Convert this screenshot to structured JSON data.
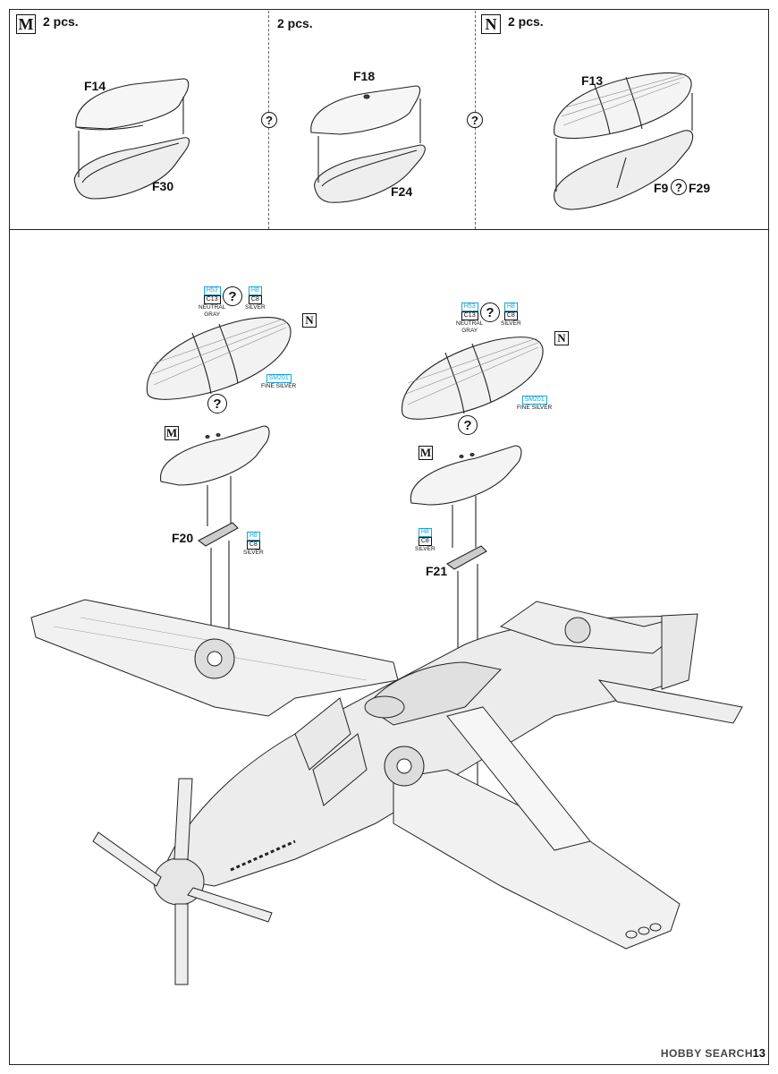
{
  "top_row": {
    "left": {
      "version": "M",
      "qty": "2 pcs.",
      "upper": "F14",
      "lower": "F30"
    },
    "middle": {
      "qty": "2 pcs.",
      "upper": "F18",
      "lower": "F24"
    },
    "right": {
      "version": "N",
      "qty": "2 pcs.",
      "upper": "F13",
      "lower_a": "F9",
      "lower_b": "F29"
    }
  },
  "main": {
    "left": {
      "version_n": "N",
      "version_m": "M",
      "part": "F20",
      "neutral_gray": {
        "h": "H53",
        "c": "C13",
        "name1": "NEUTRAL",
        "name2": "GRAY"
      },
      "silver": {
        "h": "H8",
        "c": "C8",
        "name": "SILVER"
      },
      "fine_silver": {
        "code": "SM201",
        "name": "FINE SILVER"
      },
      "silver_f20": {
        "h": "H8",
        "c": "C8",
        "name": "SILVER"
      }
    },
    "right": {
      "version_n": "N",
      "version_m": "M",
      "part": "F21",
      "neutral_gray": {
        "h": "H53",
        "c": "C13",
        "name1": "NEUTRAL",
        "name2": "GRAY"
      },
      "silver": {
        "h": "H8",
        "c": "C8",
        "name": "SILVER"
      },
      "fine_silver": {
        "code": "SM201",
        "name": "FINE SILVER"
      },
      "silver_f21": {
        "h": "H8",
        "c": "C8",
        "name": "SILVER"
      }
    }
  },
  "page_number": "13",
  "watermark": "HOBBY SEARCH",
  "qmark": "?"
}
